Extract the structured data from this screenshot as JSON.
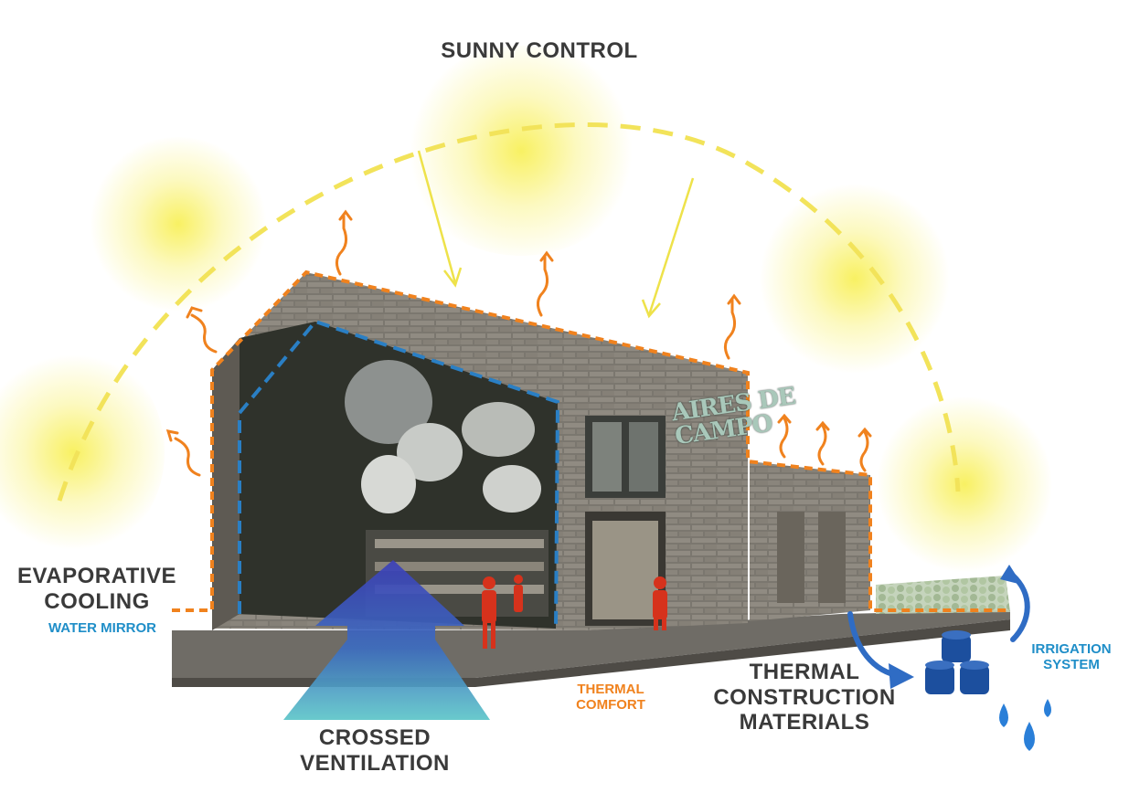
{
  "labels": {
    "sunny_control": "SUNNY CONTROL",
    "evaporative_line1": "EVAPORATIVE",
    "evaporative_line2": "COOLING",
    "water_mirror": "WATER MIRROR",
    "crossed_line1": "CROSSED",
    "crossed_line2": "VENTILATION",
    "thermal_comfort_line1": "THERMAL",
    "thermal_comfort_line2": "COMFORT",
    "materials_line1": "THERMAL",
    "materials_line2": "CONSTRUCTION",
    "materials_line3": "MATERIALS",
    "irrigation_line1": "IRRIGATION",
    "irrigation_line2": "SYSTEM"
  },
  "building_sign": {
    "line1": "AIRES DE",
    "line2": "CAMPO"
  },
  "colors": {
    "title_text": "#3a3a3a",
    "water_blue": "#1f8ec8",
    "thermal_orange": "#f0821e",
    "sun_yellow": "#f2e64a",
    "ventilation_blue": "#3a4fbf",
    "tank_blue": "#1c4f9e"
  },
  "icons": [
    "sun-glow",
    "sun-path-arc",
    "sun-ray-arrow",
    "heat-wave-arrow",
    "ventilation-arrow",
    "water-tank-icon",
    "water-drop-icon",
    "curved-flow-arrow",
    "person-figure"
  ]
}
